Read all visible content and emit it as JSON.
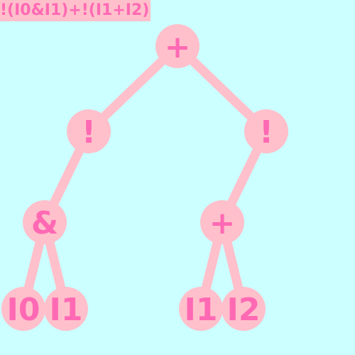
{
  "expression": "!(I0&I1)+!(I1+I2)",
  "colors": {
    "background": "#ccffff",
    "node_fill": "#ffc0cb",
    "edge": "#ffc0cb",
    "label": "#ff69b4",
    "title_bg": "#ffc0cb"
  },
  "tree": {
    "root": {
      "op": "+",
      "children": [
        {
          "op": "!",
          "children": [
            {
              "op": "&",
              "children": [
                {
                  "op": "I0",
                  "children": []
                },
                {
                  "op": "I1",
                  "children": []
                }
              ]
            }
          ]
        },
        {
          "op": "!",
          "children": [
            {
              "op": "+",
              "children": [
                {
                  "op": "I1",
                  "children": []
                },
                {
                  "op": "I2",
                  "children": []
                }
              ]
            }
          ]
        }
      ]
    }
  }
}
